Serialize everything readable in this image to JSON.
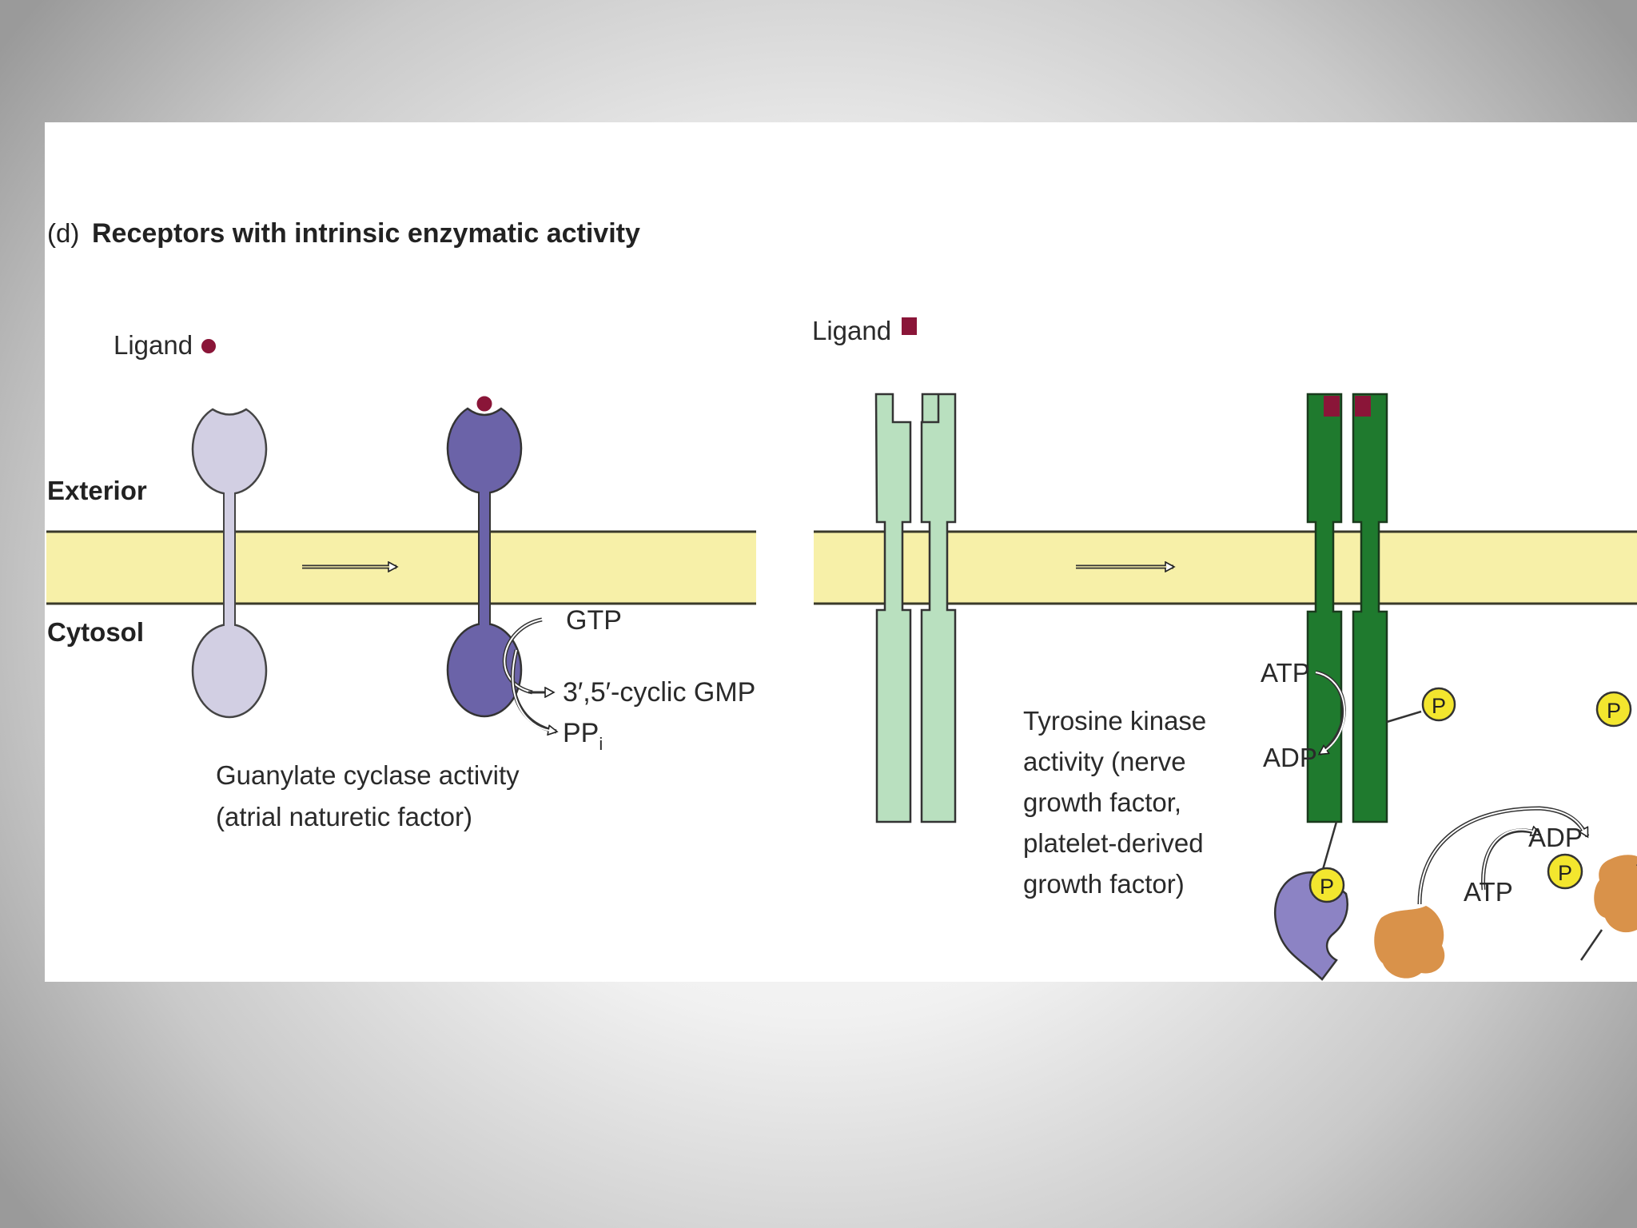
{
  "figure": {
    "panel_letter": "(d)",
    "title": "Receptors with intrinsic enzymatic activity"
  },
  "guanylate": {
    "ligand_label": "Ligand",
    "exterior_label": "Exterior",
    "cytosol_label": "Cytosol",
    "gtp": "GTP",
    "cgmp": "3′,5′-cyclic GMP",
    "ppi": "PP",
    "ppi_sub": "i",
    "caption_line1": "Guanylate cyclase activity",
    "caption_line2": "(atrial naturetic factor)"
  },
  "tyrosine": {
    "ligand_label": "Ligand",
    "atp_top": "ATP",
    "adp_top": "ADP",
    "adp_bottom": "ADP",
    "atp_bottom": "ATP",
    "phosphate": "P",
    "caption_line1": "Tyrosine kinase",
    "caption_line2": "activity (nerve",
    "caption_line3": "growth factor,",
    "caption_line4": "platelet-derived",
    "caption_line5": "growth factor)"
  },
  "colors": {
    "membrane": "#f7f0a8",
    "receptor_inactive_gc": "#d2cfe3",
    "receptor_active_gc": "#6b63a8",
    "receptor_inactive_tk": "#b9e0bf",
    "receptor_active_tk": "#1f7a2e",
    "ligand": "#8a1538",
    "phosphate_fill": "#f3e62e",
    "substrate": "#d9924a"
  }
}
